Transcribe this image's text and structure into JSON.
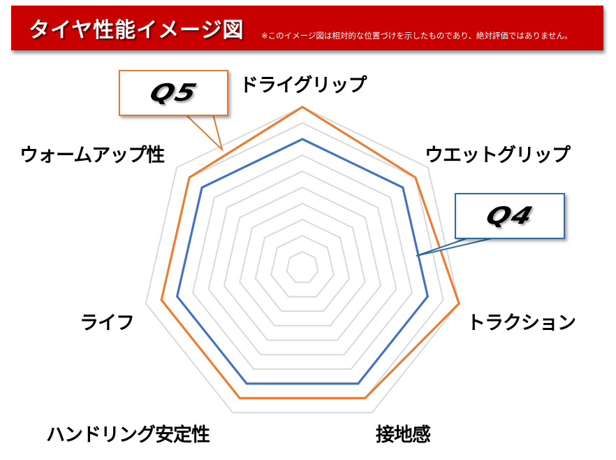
{
  "header": {
    "title": "タイヤ性能イメージ図",
    "note": "※このイメージ図は相対的な位置づけを示したものであり、絶対評価ではありません。",
    "background_color": "#c80000"
  },
  "callouts": {
    "q5": {
      "label": "Q5",
      "border_color": "#e07a30"
    },
    "q4": {
      "label": "Q4",
      "border_color": "#2e6aa8"
    }
  },
  "chart_data": {
    "type": "radar",
    "title": "タイヤ性能イメージ図",
    "categories": [
      "ドライグリップ",
      "ウエットグリップ",
      "トラクション",
      "接地感",
      "ハンドリング安定性",
      "ライフ",
      "ウォームアップ性"
    ],
    "series": [
      {
        "name": "Q5",
        "color": "#ed7d31",
        "values": [
          10,
          9,
          10,
          9,
          9,
          9,
          9
        ]
      },
      {
        "name": "Q4",
        "color": "#4472c4",
        "values": [
          8,
          8,
          8,
          8,
          8,
          8,
          8
        ]
      }
    ],
    "range": [
      0,
      10
    ],
    "grid_levels": 10,
    "grid_color": "#d9d9d9",
    "legend": "callouts (Q5 top-left, Q4 right)"
  }
}
